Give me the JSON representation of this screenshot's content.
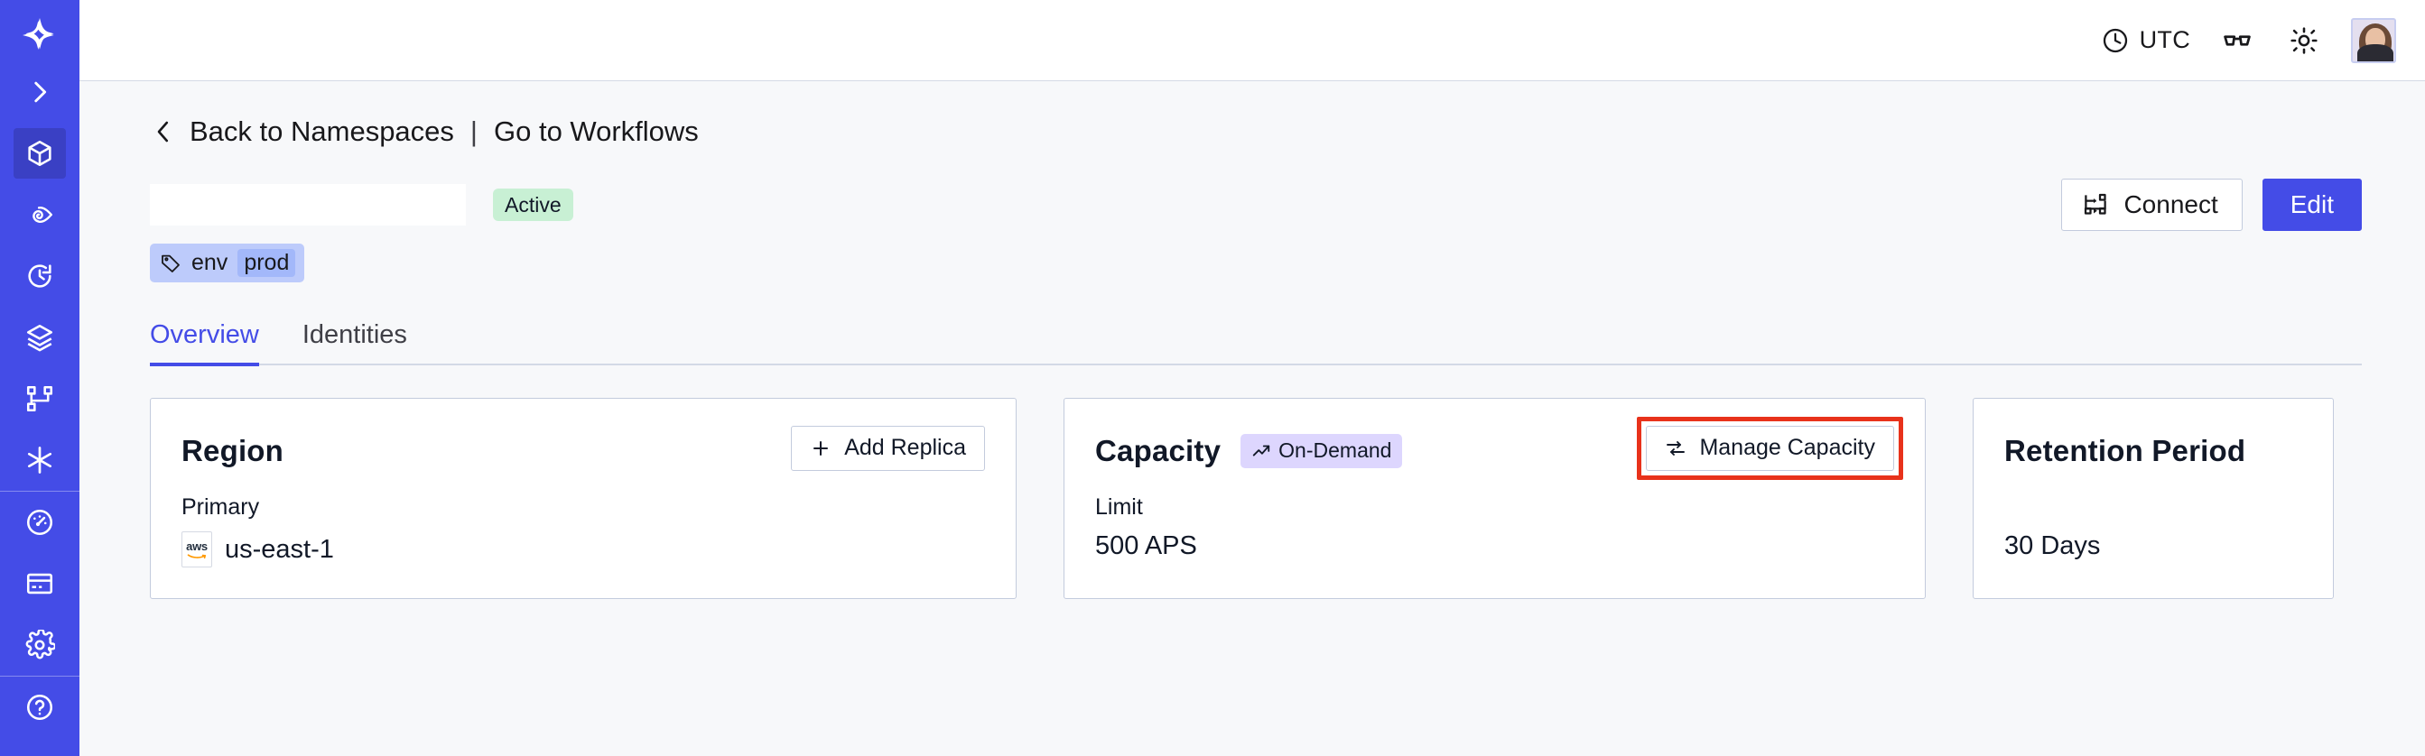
{
  "sidebar": {
    "logo": {
      "icon": "temporal-logo-icon",
      "name": "Temporal"
    },
    "items": [
      {
        "icon": "chevron-right-icon",
        "name": "expand-sidebar",
        "label": "Expand",
        "active": false
      },
      {
        "icon": "cube-icon",
        "name": "namespaces",
        "label": "Namespaces",
        "active": true
      },
      {
        "icon": "eye-spiral-icon",
        "name": "observability",
        "label": "Observability",
        "active": false
      },
      {
        "icon": "history-clock-icon",
        "name": "history",
        "label": "History",
        "active": false
      },
      {
        "icon": "layers-icon",
        "name": "layers",
        "label": "Layers",
        "active": false
      },
      {
        "icon": "workflow-graph-icon",
        "name": "workflows",
        "label": "Workflows",
        "active": false
      },
      {
        "icon": "asterisk-icon",
        "name": "nexus",
        "label": "Nexus",
        "active": false
      }
    ],
    "items_lower": [
      {
        "icon": "gauge-icon",
        "name": "usage",
        "label": "Usage",
        "active": false
      },
      {
        "icon": "credit-card-icon",
        "name": "billing",
        "label": "Billing",
        "active": false
      },
      {
        "icon": "gear-icon",
        "name": "settings",
        "label": "Settings",
        "active": false
      }
    ],
    "items_footer": [
      {
        "icon": "help-circle-icon",
        "name": "help",
        "label": "Help",
        "active": false
      }
    ]
  },
  "topbar": {
    "timezone_label": "UTC",
    "timezone_icon": "clock-icon",
    "glasses_icon": "reading-glasses-icon",
    "theme_icon": "sun-icon",
    "avatar_icon": "user-avatar"
  },
  "breadcrumb": {
    "back_icon": "chevron-left-icon",
    "back_label": "Back to Namespaces",
    "separator": "|",
    "forward_label": "Go to Workflows"
  },
  "header": {
    "namespace_title": "",
    "status_badge": "Active",
    "tag": {
      "icon": "tag-icon",
      "key": "env",
      "value": "prod"
    },
    "connect_button": {
      "label": "Connect",
      "icon": "connect-icon"
    },
    "edit_button": {
      "label": "Edit"
    }
  },
  "tabs": [
    {
      "label": "Overview",
      "active": true
    },
    {
      "label": "Identities",
      "active": false
    }
  ],
  "cards": {
    "region": {
      "title": "Region",
      "action": {
        "label": "Add Replica",
        "icon": "plus-icon"
      },
      "sub_label": "Primary",
      "provider_icon": "aws-logo-icon",
      "value": "us-east-1"
    },
    "capacity": {
      "title": "Capacity",
      "badge": {
        "label": "On-Demand",
        "icon": "trend-up-icon"
      },
      "action": {
        "label": "Manage Capacity",
        "icon": "sliders-icon",
        "highlighted": true
      },
      "sub_label": "Limit",
      "value": "500 APS"
    },
    "retention": {
      "title": "Retention Period",
      "value": "30 Days"
    }
  },
  "colors": {
    "brand": "#444CE7",
    "sidebar_active": "#3A40C4",
    "page_bg": "#F7F8FA",
    "status_active_bg": "#C8F0D4",
    "badge_ondemand_bg": "#DDD6FE",
    "tag_bg": "#BDCBFB",
    "highlight_outline": "#E8321B",
    "card_border": "#C3CBDD"
  }
}
